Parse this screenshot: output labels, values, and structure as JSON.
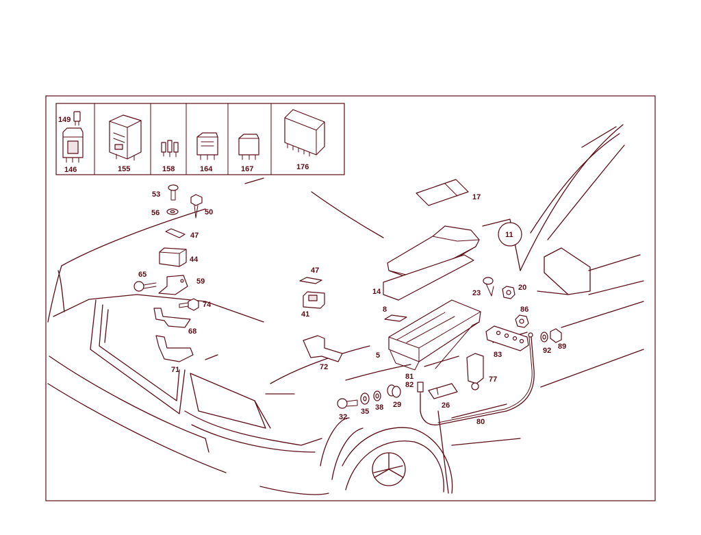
{
  "diagram": {
    "colors": {
      "line": "#5a0a14",
      "background": "#ffffff"
    },
    "inset_labels": {
      "p149": "149",
      "p146": "146",
      "p155": "155",
      "p158": "158",
      "p164": "164",
      "p167": "167",
      "p176": "176"
    },
    "callouts": {
      "p53": "53",
      "p50": "50",
      "p56": "56",
      "p47a": "47",
      "p44": "44",
      "p65": "65",
      "p59": "59",
      "p74": "74",
      "p68": "68",
      "p71": "71",
      "p47b": "47",
      "p41": "41",
      "p72": "72",
      "p17": "17",
      "p11": "11",
      "p14": "14",
      "p8": "8",
      "p5": "5",
      "p23": "23",
      "p20": "20",
      "p86": "86",
      "p83": "83",
      "p92": "92",
      "p89": "89",
      "p77": "77",
      "p81": "81",
      "p82": "82",
      "p26": "26",
      "p80": "80",
      "p32": "32",
      "p35": "35",
      "p38": "38",
      "p29": "29"
    }
  }
}
